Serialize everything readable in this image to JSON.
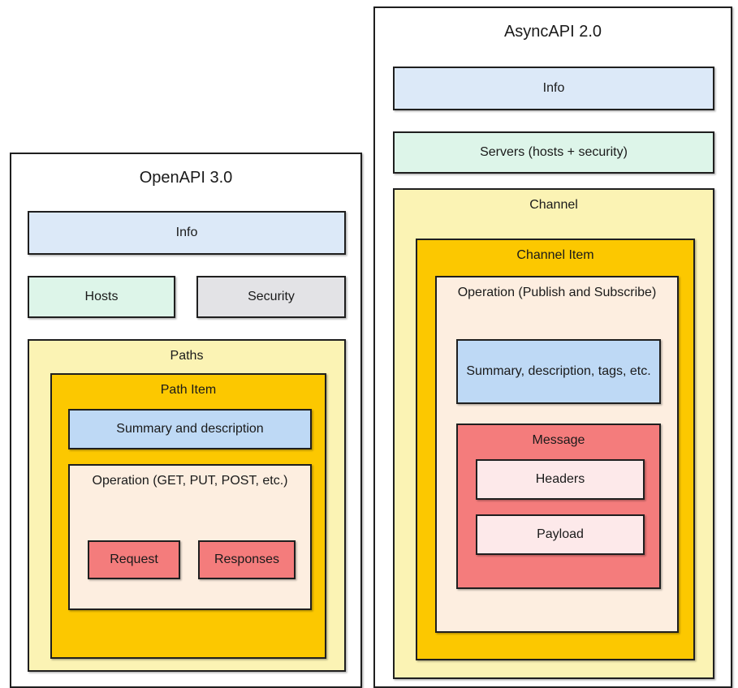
{
  "diagram": {
    "title_left": "OpenAPI 3.0",
    "title_right": "AsyncAPI 2.0",
    "colors": {
      "background": "#ffffff",
      "border": "#1f1f1f",
      "info_blue": "#dce9f8",
      "summary_blue": "#bed9f5",
      "hosts_green": "#ddf5e9",
      "security_gray": "#e3e3e6",
      "paths_yellow": "#fbf3b4",
      "item_gold": "#fcc800",
      "operation_cream": "#fdeee0",
      "message_red": "#f47c7c",
      "payload_pink": "#fde9ea"
    }
  },
  "openapi": {
    "title": "OpenAPI 3.0",
    "info": "Info",
    "hosts": "Hosts",
    "security": "Security",
    "paths": "Paths",
    "path_item": "Path Item",
    "summary": "Summary and description",
    "operation": "Operation (GET, PUT, POST, etc.)",
    "request": "Request",
    "responses": "Responses"
  },
  "asyncapi": {
    "title": "AsyncAPI 2.0",
    "info": "Info",
    "servers": "Servers (hosts + security)",
    "channel": "Channel",
    "channel_item": "Channel Item",
    "operation": "Operation (Publish and Subscribe)",
    "summary": "Summary, description, tags, etc.",
    "message": "Message",
    "headers": "Headers",
    "payload": "Payload"
  }
}
